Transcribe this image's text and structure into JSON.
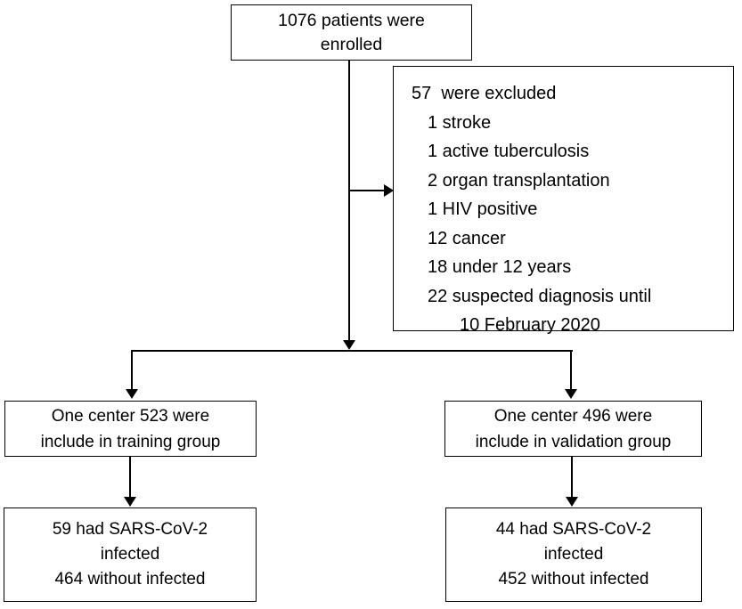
{
  "diagram": {
    "type": "study-flow-chart",
    "nodes": {
      "enrolled": {
        "lines": [
          "1076 patients were",
          "enrolled"
        ]
      },
      "excluded": {
        "lines": [
          "57  were excluded",
          "1 stroke",
          "1 active tuberculosis",
          "2 organ transplantation",
          "1 HIV positive",
          "12 cancer",
          "18 under 12 years",
          "22 suspected diagnosis until",
          "10 February 2020"
        ]
      },
      "training_group": {
        "lines": [
          "One center 523 were",
          "include in training group"
        ]
      },
      "validation_group": {
        "lines": [
          "One center 496 were",
          "include in validation group"
        ]
      },
      "training_outcome": {
        "lines": [
          "59 had SARS-CoV-2",
          "infected",
          "464 without infected"
        ]
      },
      "validation_outcome": {
        "lines": [
          "44 had SARS-CoV-2",
          "infected",
          "452 without infected"
        ]
      }
    },
    "colors": {
      "stroke": "#000000",
      "fill": "#ffffff",
      "text": "#000000"
    }
  }
}
